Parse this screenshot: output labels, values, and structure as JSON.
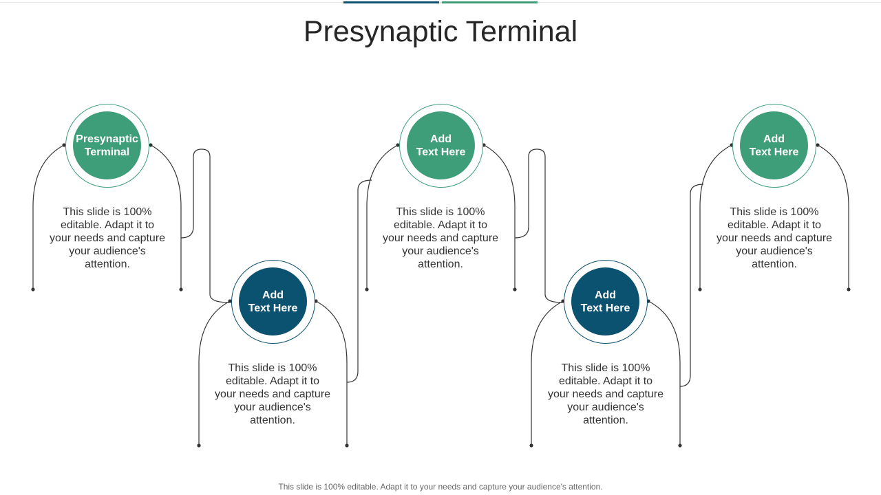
{
  "title": "Presynaptic Terminal",
  "colors": {
    "green": "#3e9e7a",
    "blue": "#0b5170",
    "connector": "#333333"
  },
  "steps": [
    {
      "label": "Presynaptic\nTerminal",
      "text": "This slide is 100% editable. Adapt it to your needs and capture your audience's attention."
    },
    {
      "label": "Add\nText Here",
      "text": "This slide is 100% editable. Adapt it to your needs and capture your audience's attention."
    },
    {
      "label": "Add\nText Here",
      "text": "This slide is 100% editable. Adapt it to your needs and capture your audience's attention."
    },
    {
      "label": "Add\nText Here",
      "text": "This slide is 100% editable. Adapt it to your needs and capture your audience's attention."
    },
    {
      "label": "Add\nText Here",
      "text": "This slide is 100% editable. Adapt it to your needs and capture your audience's attention."
    }
  ],
  "footer": "This slide is 100% editable. Adapt it to your needs and capture your audience's attention."
}
